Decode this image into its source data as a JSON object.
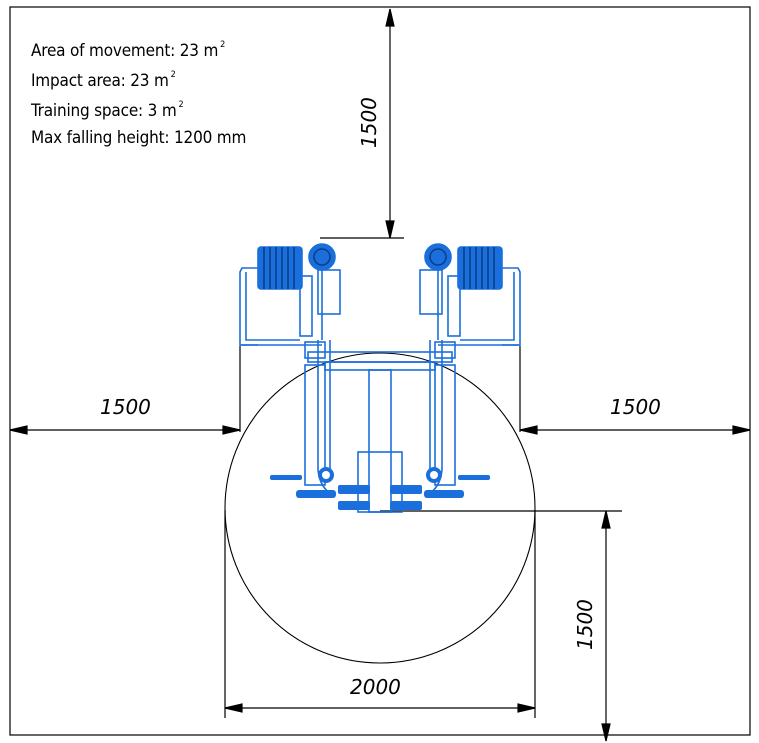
{
  "notes": {
    "line1": "Area of movement: 23 m",
    "line1_sup": "2",
    "line2": "Impact area: 23 m",
    "line2_sup": "2",
    "line3": "Training space: 3 m",
    "line3_sup": "2",
    "line4": "Max falling height: 1200 mm"
  },
  "dimensions": {
    "top": "1500",
    "left": "1500",
    "right": "1500",
    "bottom_diameter": "2000",
    "bottom_right": "1500"
  },
  "colors": {
    "equipment": "#1a6fdc",
    "line": "#000000"
  }
}
